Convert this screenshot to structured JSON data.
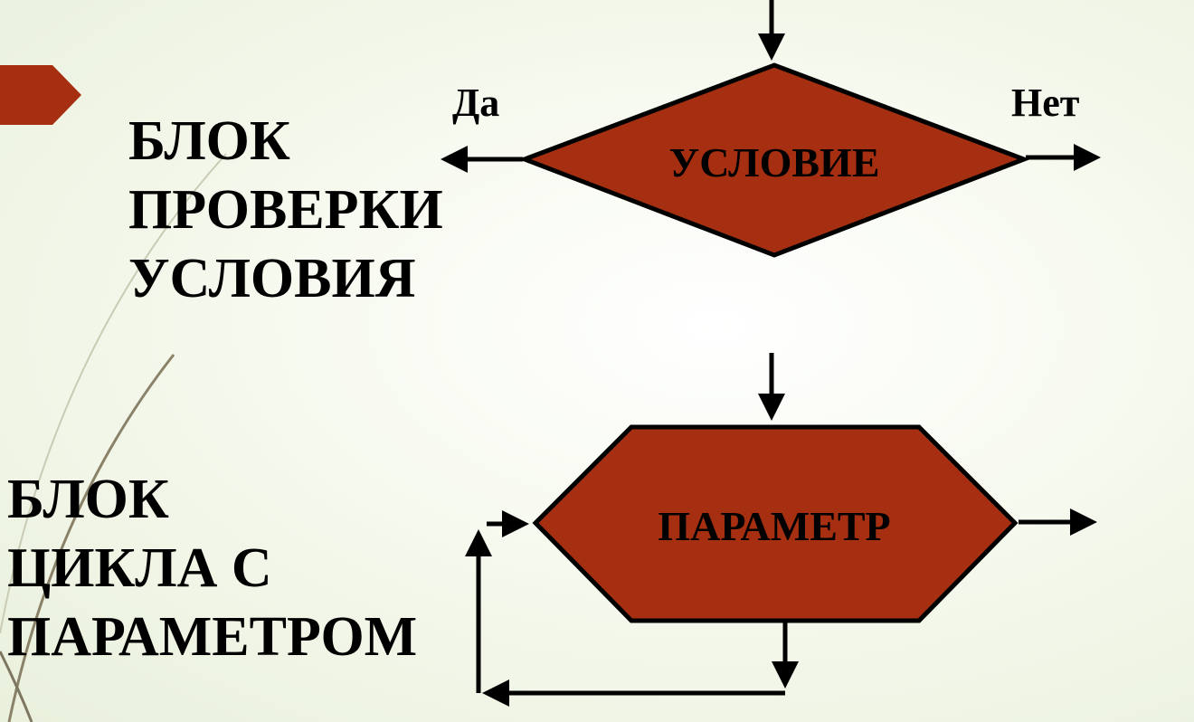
{
  "colors": {
    "block_fill": "#a52f10",
    "accent_tab": "#a52f10",
    "stroke": "#000000"
  },
  "condition_block": {
    "title_lines": [
      "БЛОК",
      "ПРОВЕРКИ",
      "УСЛОВИЯ"
    ],
    "shape_label": "УСЛОВИЕ",
    "yes_label": "Да",
    "no_label": "Нет"
  },
  "loop_block": {
    "title_lines": [
      "БЛОК",
      "ЦИКЛА С",
      "ПАРАМЕТРОМ"
    ],
    "shape_label": "ПАРАМЕТР"
  }
}
